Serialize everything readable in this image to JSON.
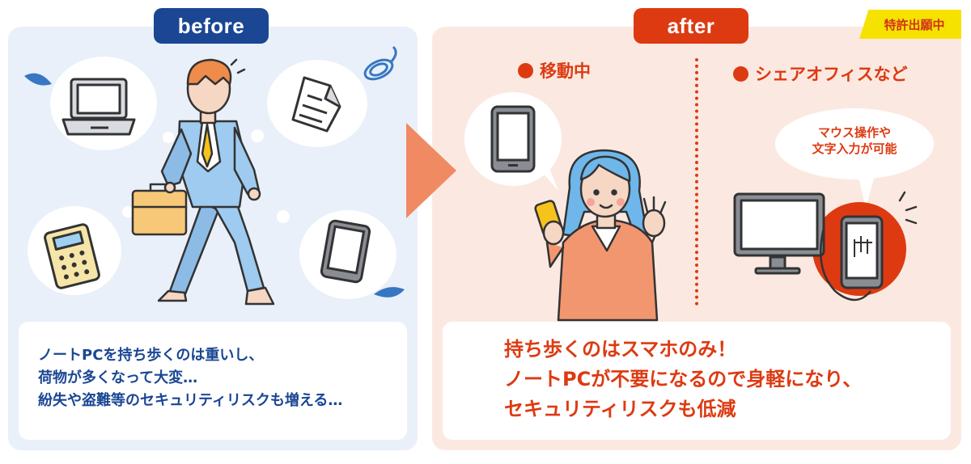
{
  "before": {
    "tag_label": "before",
    "lines": [
      "ノートPCを持ち歩くのは重いし、",
      "荷物が多くなって大変…",
      "紛失や盗難等のセキュリティリスクも増える…"
    ]
  },
  "after": {
    "tag_label": "after",
    "patent_badge": "特許出願中",
    "section_moving": "移動中",
    "section_office": "シェアオフィスなど",
    "bubble_lines": [
      "マウス操作や",
      "文字入力が可能"
    ],
    "lines": [
      "持ち歩くのはスマホのみ！",
      "ノートPCが不要になるので身軽になり、",
      "セキュリティリスクも低減"
    ]
  },
  "colors": {
    "navy": "#1a4693",
    "red": "#dd3a12",
    "before_bg": "#e9f0f9",
    "after_bg": "#fbe9e1",
    "arrow": "#f08a62",
    "patent_yellow": "#f6e200"
  },
  "icons": [
    "laptop-icon",
    "document-icon",
    "calculator-icon",
    "tablet-icon",
    "smartphone-icon",
    "monitor-icon",
    "drop-icon",
    "swirl-icon"
  ]
}
